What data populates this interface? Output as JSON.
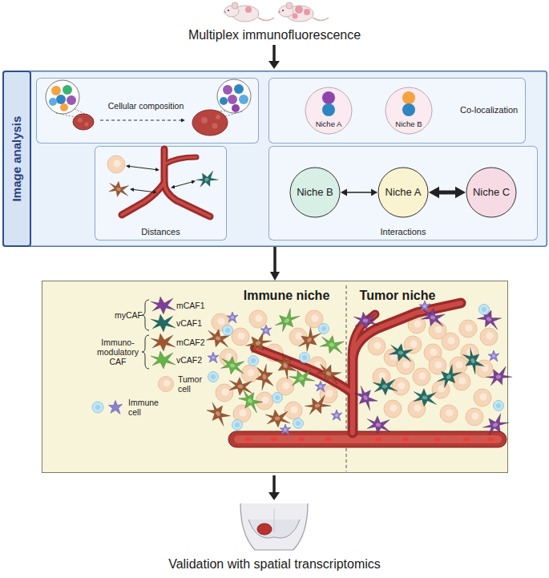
{
  "diagram": {
    "nodes": [
      {
        "text": [
          "Image analysis"
        ]
      },
      {
        "text": [
          "Cellular composition"
        ],
        "in": 0
      },
      {
        "text": [
          "Co-localization"
        ],
        "in": 0
      },
      {
        "text": [
          "Niche A"
        ],
        "in": 2
      },
      {
        "text": [
          "Niche B"
        ],
        "in": 2
      },
      {
        "text": [
          "Distances"
        ],
        "in": 0
      },
      {
        "text": [
          "Interactions"
        ],
        "in": 0
      },
      {
        "text": [
          "Niche B"
        ],
        "in": 6
      },
      {
        "text": [
          "Niche A"
        ],
        "in": 6
      },
      {
        "text": [
          "Niche C"
        ],
        "in": 6
      },
      {
        "text": [
          "Immune niche",
          "Tumor niche"
        ]
      }
    ],
    "edges": [
      {
        "from": 7,
        "to": 8,
        "arrow": "both"
      },
      {
        "from": 8,
        "to": 9,
        "arrow": "both"
      },
      {
        "from": 0,
        "to": 10,
        "arrow": "to"
      }
    ],
    "labels": [
      "Multiplex immunofluorescence",
      "myCAF",
      "Immuno- modulatory CAF",
      "Validation with spatial transcriptomics"
    ],
    "legend": [
      {
        "text": "mCAF1",
        "color": "#7e3f9a"
      },
      {
        "text": "vCAF1",
        "color": "#1e6c64"
      },
      {
        "text": "mCAF2",
        "color": "#a0572f"
      },
      {
        "text": "vCAF2",
        "color": "#63b545"
      },
      {
        "text": "Tumor cell",
        "color": "#f6d6b8"
      },
      {
        "text": "Immune cell"
      }
    ]
  }
}
